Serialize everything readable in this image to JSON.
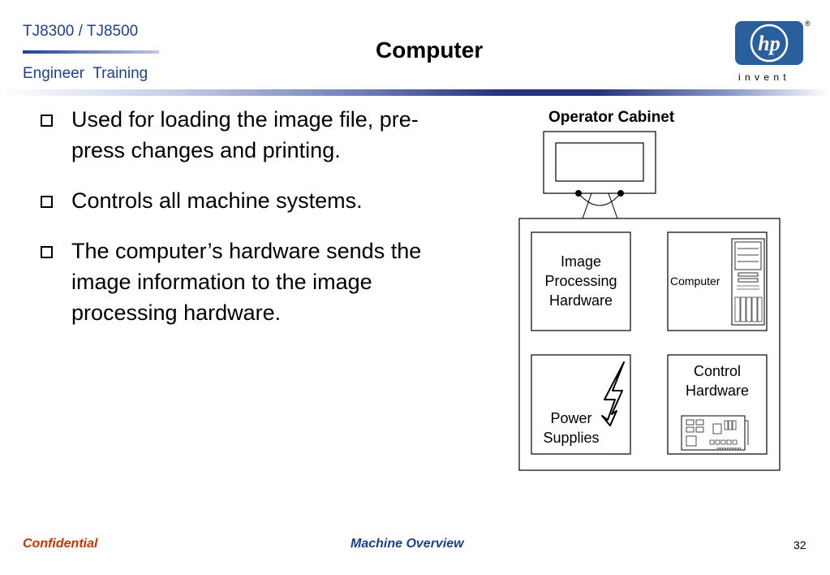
{
  "header": {
    "product": "TJ8300 / TJ8500",
    "subtitle": "Engineer  Training",
    "title": "Computer",
    "logo_tagline": "i n v e n t",
    "logo_mark": "hp",
    "logo_registered": "®"
  },
  "bullets": [
    {
      "text": "Used for loading the image file, pre-press changes and printing."
    },
    {
      "text": "Controls all machine systems."
    },
    {
      "text": "The computer’s hardware sends the image information to the image processing hardware."
    }
  ],
  "diagram": {
    "title": "Operator Cabinet",
    "image_processing_line1": "Image",
    "image_processing_line2": "Processing",
    "image_processing_line3": "Hardware",
    "computer": "Computer",
    "power_line1": "Power",
    "power_line2": "Supplies",
    "control_line1": "Control",
    "control_line2": "Hardware"
  },
  "footer": {
    "left": "Confidential",
    "center": "Machine Overview",
    "page_number": "32"
  },
  "colors": {
    "header_text": "#1f3f8f",
    "footer_left": "#cc3300",
    "footer_center": "#1f3f8f",
    "logo_blue": "#2a5f9e"
  }
}
